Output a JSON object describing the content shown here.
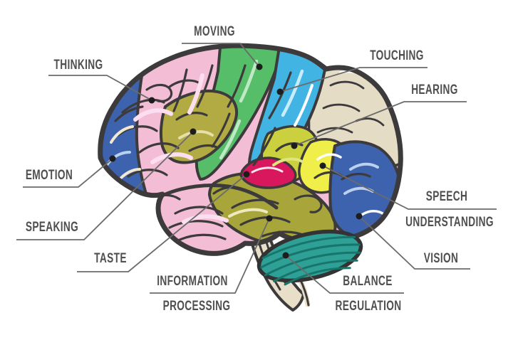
{
  "diagram": {
    "kind": "brain-functions-infographic",
    "background": "#ffffff"
  },
  "labels": {
    "moving": "MOVING",
    "touching": "TOUCHING",
    "thinking": "THINKING",
    "hearing": "HEARING",
    "emotion": "EMOTION",
    "speech_understanding_line1": "SPEECH",
    "speech_understanding_line2": "UNDERSTANDING",
    "speaking": "SPEAKING",
    "taste": "TASTE",
    "vision": "VISION",
    "information_processing_line1": "INFORMATION",
    "information_processing_line2": "PROCESSING",
    "balance_regulation_line1": "BALANCE",
    "balance_regulation_line2": "REGULATION"
  },
  "region_colors": {
    "thinking": "#f4bdd6",
    "emotion": "#3d62ae",
    "speaking": "#b2ab44",
    "moving": "#56bd68",
    "touching": "#41b4e4",
    "parietal_beige": "#e5dcc5",
    "hearing": "#cbd13e",
    "speech_understanding": "#f0ee49",
    "taste": "#d8175c",
    "information_processing": "#a8a53b",
    "vision": "#3d62ae",
    "balance_regulation": "#2fa096",
    "brainstem": "#e9dfc9"
  },
  "palette": {
    "outline": "#3d3a3c",
    "leader_line": "#6b6b6b",
    "dot": "#1d1d1d",
    "text": "#4f4f4f",
    "cerebellum_stripe": "#17756c"
  }
}
